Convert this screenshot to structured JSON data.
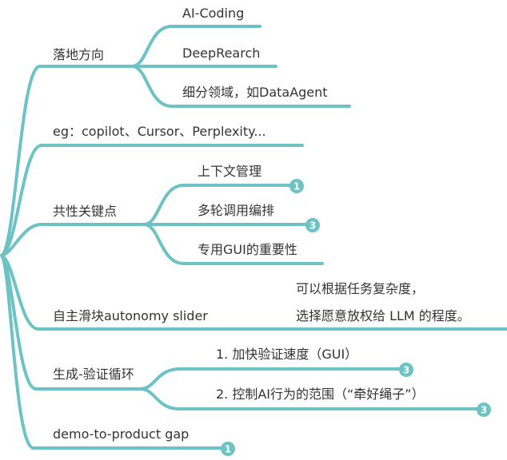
{
  "theme": {
    "line_color": "#6dc3c3",
    "badge_color": "#6dc3c3",
    "text_color": "#333333"
  },
  "branches": [
    {
      "label": "落地方向",
      "children": [
        {
          "label": "AI-Coding"
        },
        {
          "label": "DeepRearch"
        },
        {
          "label": "细分领域，如DataAgent"
        }
      ]
    },
    {
      "label": "eg：copilot、Cursor、Perplexity..."
    },
    {
      "label": "共性关键点",
      "children": [
        {
          "label": "上下文管理",
          "badge": "1"
        },
        {
          "label": "多轮调用编排",
          "badge": "3"
        },
        {
          "label": "专用GUI的重要性"
        }
      ]
    },
    {
      "label": "自主滑块autonomy slider",
      "note_line1": "可以根据任务复杂度，",
      "note_line2": "选择愿意放权给 LLM 的程度。"
    },
    {
      "label": "生成-验证循环",
      "children": [
        {
          "label": "1. 加快验证速度（GUI）",
          "badge": "3"
        },
        {
          "label": "2. 控制AI行为的范围（“牵好绳子”）",
          "badge": "3"
        }
      ]
    },
    {
      "label": "demo-to-product gap",
      "badge": "1"
    }
  ]
}
